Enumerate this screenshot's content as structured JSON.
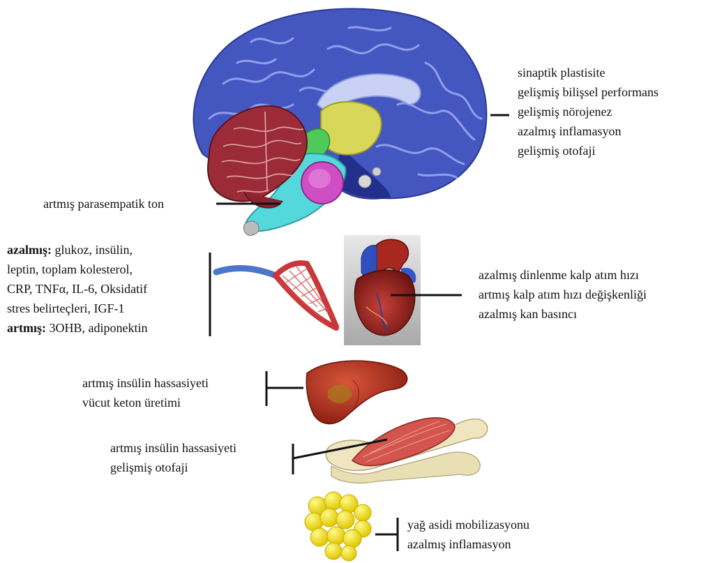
{
  "brain": {
    "lines": [
      "sinaptik plastisite",
      "gelişmiş bilişsel performans",
      "gelişmiş nörojenez",
      "azalmış inflamasyon",
      "gelişmiş otofaji"
    ],
    "brainstem_label": "artmış parasempatik ton"
  },
  "blood": {
    "decreased_label": "azalmış:",
    "decreased_first": " glukoz, insülin,",
    "decreased_lines": [
      "leptin, toplam kolesterol,",
      "CRP, TNFα, IL-6, Oksidatif",
      "stres belirteçleri, IGF-1"
    ],
    "increased_label": "artmış:",
    "increased_rest": " 3OHB, adiponektin"
  },
  "heart": {
    "lines": [
      "azalmış dinlenme kalp atım hızı",
      "artmış kalp atım hızı değişkenliği",
      "azalmış kan basıncı"
    ]
  },
  "liver": {
    "lines": [
      "artmış insülin hassasiyeti",
      "vücut keton üretimi"
    ]
  },
  "muscle": {
    "lines": [
      "artmış insülin hassasiyeti",
      "gelişmiş otofaji"
    ]
  },
  "fat": {
    "lines": [
      "yağ asidi mobilizasyonu",
      "azalmış inflamasyon"
    ]
  },
  "icons": [
    "brain-icon",
    "vessel-icon",
    "heart-icon",
    "liver-icon",
    "muscle-icon",
    "fat-cells-icon"
  ]
}
